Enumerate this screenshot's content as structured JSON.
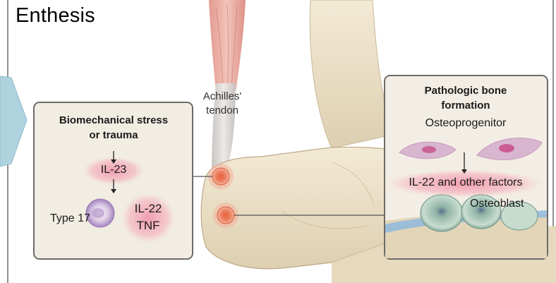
{
  "title": "Enthesis",
  "tendon_label": [
    "Achilles'",
    "tendon"
  ],
  "left_panel": {
    "heading": [
      "Biomechanical stress",
      "or trauma"
    ],
    "il23": "IL-23",
    "type17": "Type 17",
    "cytokines": [
      "IL-22",
      "TNF"
    ]
  },
  "right_panel": {
    "heading": [
      "Pathologic bone",
      "formation"
    ],
    "osteoprogenitor": "Osteoprogenitor",
    "factors": "IL-22 and other factors",
    "osteoblast": "Osteoblast"
  },
  "colors": {
    "panel_bg": "#f2ede3",
    "panel_border": "#6d6b67",
    "bone": "#ede3cc",
    "tendon": "#d9d5d2",
    "muscle": "#e9a79d",
    "inflammation": "#f0a0b0",
    "marker": "#e56a4a",
    "arrow_blue": "#aed3df",
    "osteoblast": "#9fc2b4",
    "bone_surface": "#8fb8dc"
  }
}
